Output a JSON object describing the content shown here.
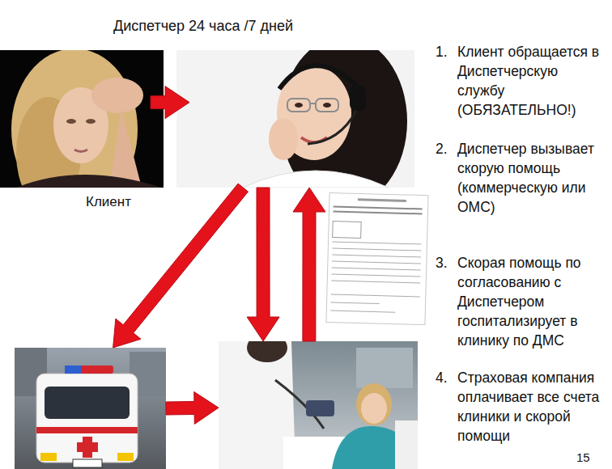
{
  "diagram": {
    "title": "Диспетчер 24 часа /7 дней",
    "nodes": [
      {
        "text": [
          "Клиент"
        ]
      },
      {
        "text": []
      },
      {
        "text": []
      },
      {
        "text": []
      }
    ],
    "edges": [
      {
        "from": 0,
        "to": 1,
        "arrow": "to"
      },
      {
        "from": 1,
        "to": 2,
        "arrow": "to"
      },
      {
        "from": 2,
        "to": 3,
        "arrow": "to"
      },
      {
        "from": 1,
        "to": 3,
        "arrow": "to"
      },
      {
        "from": 3,
        "to": 1,
        "arrow": "to"
      }
    ],
    "labels": [
      "1.",
      "Клиент обращается в Диспетчерскую службу (ОБЯЗАТЕЛЬНО!)",
      "2.",
      "Диспетчер вызывает скорую помощь (коммерческую или ОМС)",
      "3.",
      "Скорая помощь по согласованию с Диспетчером госпитализирует в клинику по ДМС",
      "4.",
      "Страховая компания оплачивает все счета клиники и скорой помощи",
      "15"
    ]
  }
}
